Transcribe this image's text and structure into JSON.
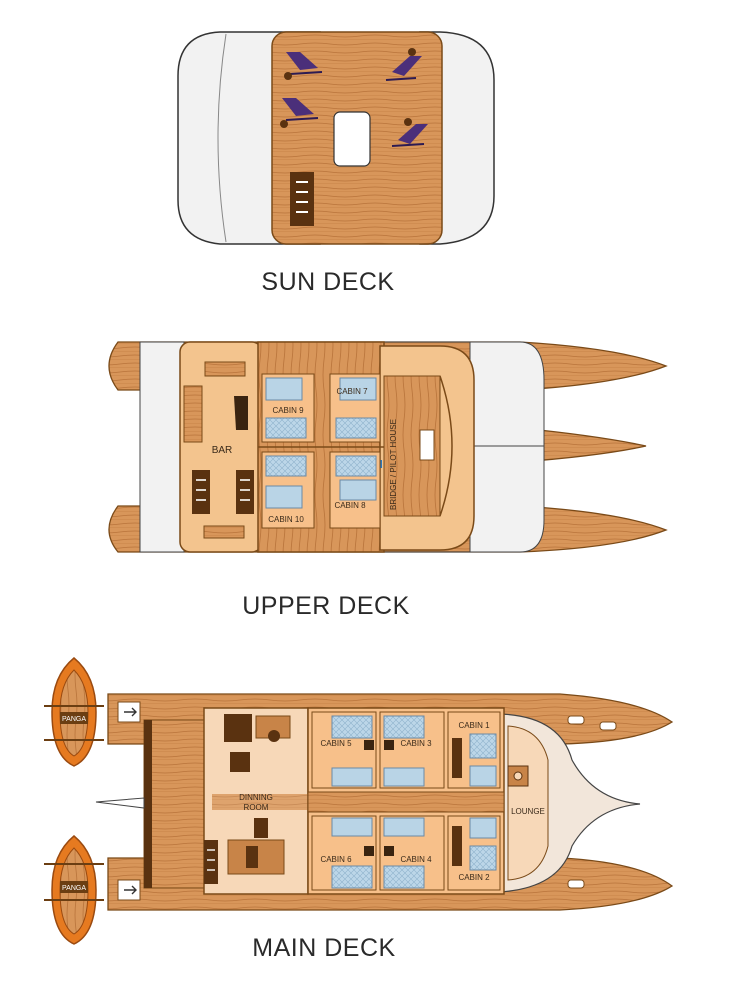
{
  "decks": {
    "sun": {
      "title": "SUN DECK"
    },
    "upper": {
      "title": "UPPER DECK",
      "labels": {
        "bar": "BAR",
        "cabin9": "CABIN 9",
        "cabin7": "CABIN 7",
        "cabin8": "CABIN 8",
        "cabin10": "CABIN 10",
        "bridge": "BRIDGE / PILOT HOUSE"
      }
    },
    "main": {
      "title": "MAIN DECK",
      "labels": {
        "panga_top": "PANGA",
        "panga_bottom": "PANGA",
        "dining_line1": "DINNING",
        "dining_line2": "ROOM",
        "cabin5": "CABIN 5",
        "cabin3": "CABIN 3",
        "cabin1": "CABIN 1",
        "cabin6": "CABIN 6",
        "cabin4": "CABIN 4",
        "cabin2": "CABIN 2",
        "lounge": "LOUNGE"
      }
    }
  },
  "colors": {
    "wood": "#d8965a",
    "wood_light": "#f3c48e",
    "hull_white": "#f2f2f2",
    "cabin_floor": "#f7c08a",
    "bed": "#b9d4e6",
    "chair": "#4b2f7a",
    "panga": "#e67a20"
  }
}
